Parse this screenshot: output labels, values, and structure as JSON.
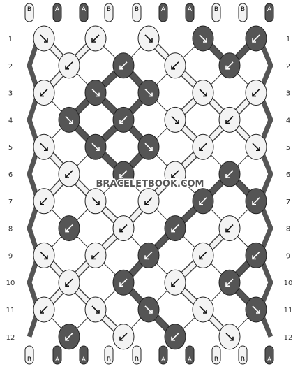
{
  "pattern": {
    "watermark": "BRACELETBOOK.COM",
    "top_strand_labels": [
      "B",
      "A",
      "A",
      "B",
      "B",
      "A",
      "A",
      "B",
      "B",
      "A"
    ],
    "bottom_strand_labels": [
      "B",
      "A",
      "A",
      "B",
      "B",
      "A",
      "A",
      "B",
      "B",
      "A"
    ],
    "row_numbers": [
      "1",
      "2",
      "3",
      "4",
      "5",
      "6",
      "7",
      "8",
      "9",
      "10",
      "11",
      "12"
    ],
    "colors": {
      "A": "#555555",
      "B": "#f3f3f3",
      "outline": "#222222",
      "strand_edge": "#444444"
    },
    "knot_rows": [
      {
        "row": "1",
        "knots": [
          {
            "color": "B",
            "dir": "ltr"
          },
          {
            "color": "B",
            "dir": "rtl"
          },
          {
            "color": "B",
            "dir": "ltr"
          },
          {
            "color": "A",
            "dir": "ltr"
          },
          {
            "color": "A",
            "dir": "rtl"
          }
        ]
      },
      {
        "row": "2",
        "knots": [
          {
            "color": "B",
            "dir": "rtl"
          },
          {
            "color": "A",
            "dir": "rtl"
          },
          {
            "color": "B",
            "dir": "rtl"
          },
          {
            "color": "A",
            "dir": "rtl"
          }
        ]
      },
      {
        "row": "3",
        "knots": [
          {
            "color": "B",
            "dir": "rtl"
          },
          {
            "color": "A",
            "dir": "ltr"
          },
          {
            "color": "A",
            "dir": "ltr"
          },
          {
            "color": "B",
            "dir": "ltr"
          },
          {
            "color": "B",
            "dir": "rtl"
          }
        ]
      },
      {
        "row": "4",
        "knots": [
          {
            "color": "A",
            "dir": "ltr"
          },
          {
            "color": "A",
            "dir": "rtl"
          },
          {
            "color": "B",
            "dir": "ltr"
          },
          {
            "color": "B",
            "dir": "rtl"
          }
        ]
      },
      {
        "row": "5",
        "knots": [
          {
            "color": "B",
            "dir": "ltr"
          },
          {
            "color": "A",
            "dir": "ltr"
          },
          {
            "color": "A",
            "dir": "ltr"
          },
          {
            "color": "B",
            "dir": "rtl"
          },
          {
            "color": "B",
            "dir": "ltr"
          }
        ]
      },
      {
        "row": "6",
        "knots": [
          {
            "color": "B",
            "dir": "rtl"
          },
          {
            "color": "A",
            "dir": "rtl"
          },
          {
            "color": "B",
            "dir": "rtl"
          },
          {
            "color": "A",
            "dir": "rtl"
          }
        ]
      },
      {
        "row": "7",
        "knots": [
          {
            "color": "B",
            "dir": "rtl"
          },
          {
            "color": "B",
            "dir": "ltr"
          },
          {
            "color": "B",
            "dir": "rtl"
          },
          {
            "color": "A",
            "dir": "rtl"
          },
          {
            "color": "A",
            "dir": "rtl"
          }
        ]
      },
      {
        "row": "8",
        "knots": [
          {
            "color": "A",
            "dir": "rtl"
          },
          {
            "color": "B",
            "dir": "rtl"
          },
          {
            "color": "A",
            "dir": "rtl"
          },
          {
            "color": "B",
            "dir": "rtl"
          }
        ]
      },
      {
        "row": "9",
        "knots": [
          {
            "color": "B",
            "dir": "ltr"
          },
          {
            "color": "B",
            "dir": "rtl"
          },
          {
            "color": "A",
            "dir": "rtl"
          },
          {
            "color": "B",
            "dir": "rtl"
          },
          {
            "color": "A",
            "dir": "rtl"
          }
        ]
      },
      {
        "row": "10",
        "knots": [
          {
            "color": "B",
            "dir": "rtl"
          },
          {
            "color": "A",
            "dir": "rtl"
          },
          {
            "color": "B",
            "dir": "rtl"
          },
          {
            "color": "A",
            "dir": "rtl"
          }
        ]
      },
      {
        "row": "11",
        "knots": [
          {
            "color": "B",
            "dir": "rtl"
          },
          {
            "color": "B",
            "dir": "ltr"
          },
          {
            "color": "A",
            "dir": "ltr"
          },
          {
            "color": "B",
            "dir": "ltr"
          },
          {
            "color": "A",
            "dir": "ltr"
          }
        ]
      },
      {
        "row": "12",
        "knots": [
          {
            "color": "A",
            "dir": "rtl"
          },
          {
            "color": "B",
            "dir": "rtl"
          },
          {
            "color": "A",
            "dir": "rtl"
          },
          {
            "color": "B",
            "dir": "ltr"
          }
        ]
      }
    ]
  }
}
